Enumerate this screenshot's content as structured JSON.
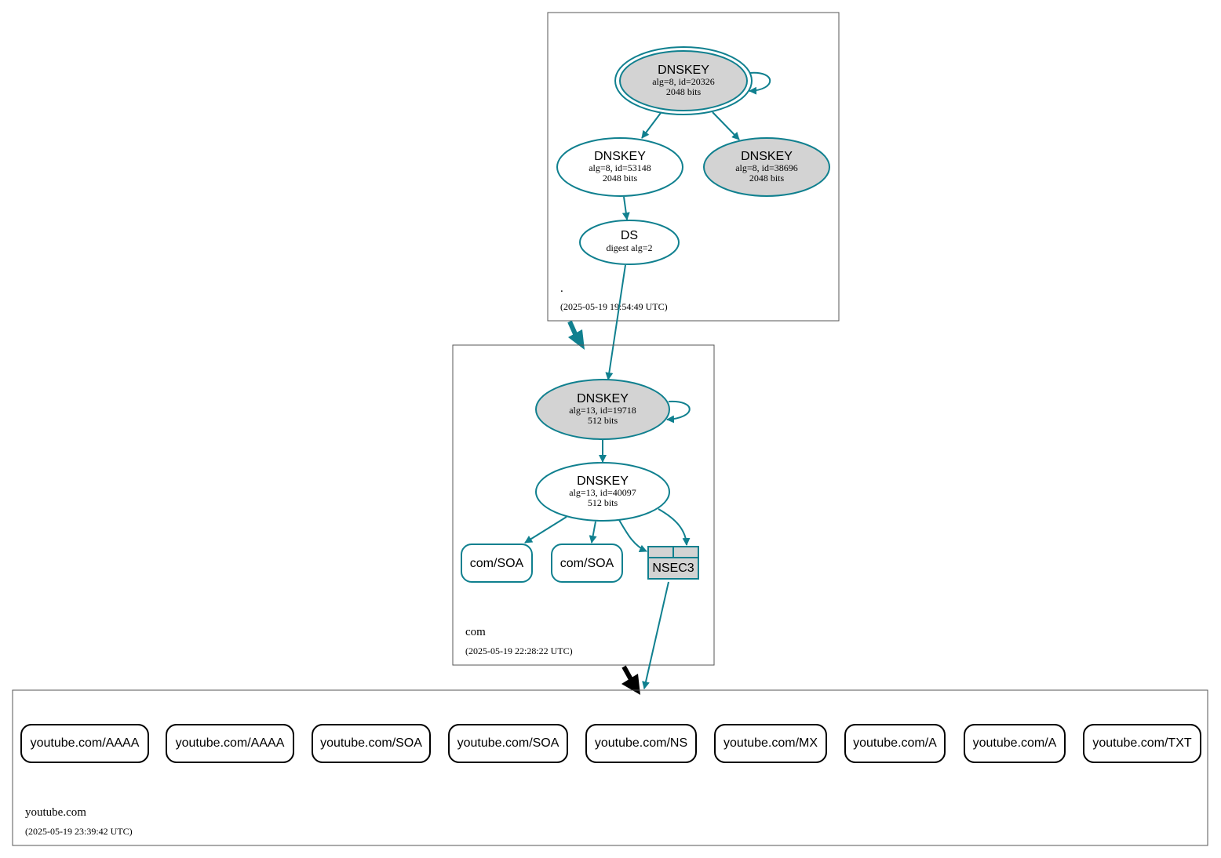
{
  "colors": {
    "edge": "#10808f",
    "key_fill": "#d3d3d3",
    "delegation_secure": "#10808f",
    "delegation_insecure": "#000000"
  },
  "zones": {
    "root": {
      "name": ".",
      "time": "(2025-05-19 19:54:49 UTC)"
    },
    "com": {
      "name": "com",
      "time": "(2025-05-19 22:28:22 UTC)"
    },
    "youtube": {
      "name": "youtube.com",
      "time": "(2025-05-19 23:39:42 UTC)"
    }
  },
  "nodes": {
    "root_ksk": {
      "title": "DNSKEY",
      "line1": "alg=8, id=20326",
      "line2": "2048 bits"
    },
    "root_zsk": {
      "title": "DNSKEY",
      "line1": "alg=8, id=53148",
      "line2": "2048 bits"
    },
    "root_key3": {
      "title": "DNSKEY",
      "line1": "alg=8, id=38696",
      "line2": "2048 bits"
    },
    "root_ds": {
      "title": "DS",
      "line1": "digest alg=2"
    },
    "com_ksk": {
      "title": "DNSKEY",
      "line1": "alg=13, id=19718",
      "line2": "512 bits"
    },
    "com_zsk": {
      "title": "DNSKEY",
      "line1": "alg=13, id=40097",
      "line2": "512 bits"
    },
    "com_soa_1": {
      "label": "com/SOA"
    },
    "com_soa_2": {
      "label": "com/SOA"
    },
    "com_nsec3": {
      "label": "NSEC3"
    }
  },
  "youtube_records": [
    "youtube.com/AAAA",
    "youtube.com/AAAA",
    "youtube.com/SOA",
    "youtube.com/SOA",
    "youtube.com/NS",
    "youtube.com/MX",
    "youtube.com/A",
    "youtube.com/A",
    "youtube.com/TXT"
  ]
}
